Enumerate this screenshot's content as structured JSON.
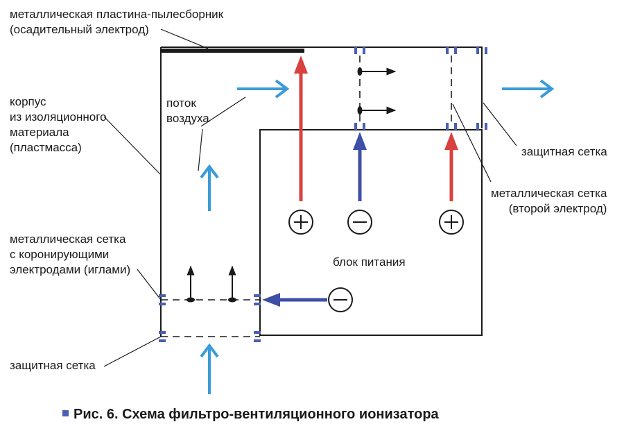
{
  "labels": {
    "collector": [
      "металлическая пластина-пылесборник",
      "(осадительный электрод)"
    ],
    "housing": [
      "корпус",
      "из изоляционного",
      "материала",
      "(пластмасса)"
    ],
    "airflow": [
      "поток",
      "воздуха"
    ],
    "corona_grid": [
      "металлическая сетка",
      "с коронирующими",
      "электродами (иглами)"
    ],
    "protective_grid_bottom": "защитная сетка",
    "protective_grid_right": "защитная сетка",
    "second_electrode": [
      "металлическая сетка",
      "(второй электрод)"
    ],
    "power_unit": "блок питания"
  },
  "polarity": {
    "plus_left": "+",
    "minus_mid": "−",
    "plus_right": "+",
    "minus_bottom": "−"
  },
  "caption": "Рис. 6. Схема фильтро-вентиляционного ионизатора",
  "colors": {
    "positive": "#d9413e",
    "negative": "#3d4fa6",
    "air": "#3b9bd9",
    "grid": "#4a5fb4",
    "line": "#1a1a1a"
  }
}
